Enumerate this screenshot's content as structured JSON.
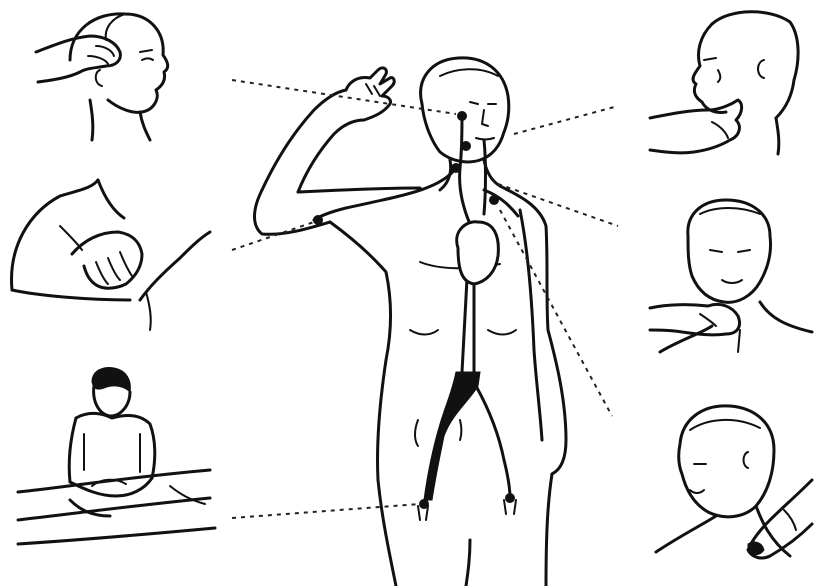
{
  "figure": {
    "type": "pressure-points-illustration",
    "style": "black line drawing on white",
    "ink_color": "#111111",
    "background_color": "#ffffff",
    "pressure_points": [
      "temporal",
      "facial",
      "carotid",
      "subclavian",
      "brachial",
      "femoral-left",
      "femoral-right"
    ],
    "vignettes": {
      "left": [
        "temple-pressure",
        "shoulder-subclavian-pressure",
        "seated-thigh-pressure"
      ],
      "right": [
        "jaw-facial-pressure",
        "neck-carotid-pressure",
        "neck-back-pressure"
      ]
    }
  }
}
